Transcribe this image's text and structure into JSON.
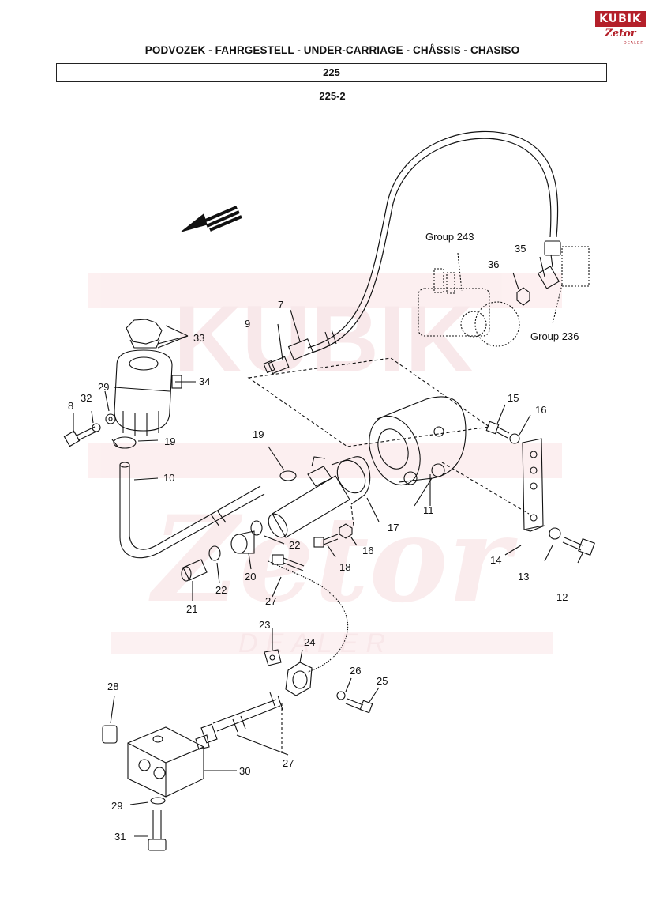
{
  "header": {
    "title": "PODVOZEK - FAHRGESTELL - UNDER-CARRIAGE - CHÅSSIS - CHASISO",
    "group": "225",
    "subgroup": "225-2"
  },
  "logo": {
    "brand": "KUBIK",
    "maker": "Zetor",
    "dealer": "DEALER",
    "color": "#b4202a"
  },
  "watermark": {
    "text_top": "KUBIK",
    "text_bottom": "DEALER",
    "color": "#f6d9dc"
  },
  "callouts": {
    "c7": "7",
    "c8": "8",
    "c9": "9",
    "c10": "10",
    "c11": "11",
    "c12": "12",
    "c13": "13",
    "c14": "14",
    "c15": "15",
    "c16a": "16",
    "c16b": "16",
    "c17": "17",
    "c18": "18",
    "c19a": "19",
    "c19b": "19",
    "c20": "20",
    "c21": "21",
    "c22a": "22",
    "c22b": "22",
    "c23": "23",
    "c24": "24",
    "c25": "25",
    "c26": "26",
    "c27a": "27",
    "c27b": "27",
    "c28": "28",
    "c29a": "29",
    "c29b": "29",
    "c30": "30",
    "c31": "31",
    "c33": "33",
    "c34": "34",
    "c35": "35",
    "c36": "36",
    "group243": "Group 243",
    "group236": "Group 236"
  }
}
